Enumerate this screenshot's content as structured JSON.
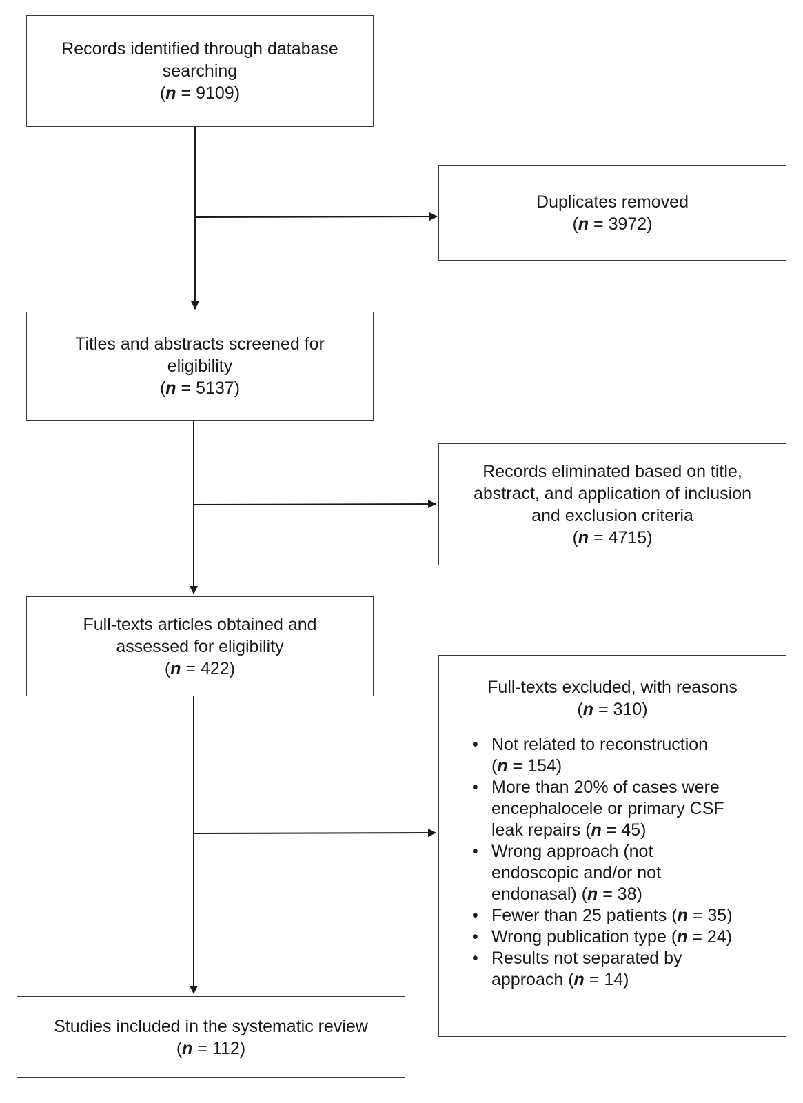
{
  "boxes": {
    "identified": {
      "lines": [
        "Records identified through database",
        "searching"
      ],
      "n": "9109"
    },
    "duplicates": {
      "lines": [
        "Duplicates removed"
      ],
      "n": "3972"
    },
    "screened": {
      "lines": [
        "Titles and abstracts screened for",
        "eligibility"
      ],
      "n": "5137"
    },
    "eliminated": {
      "lines": [
        "Records eliminated based on title,",
        "abstract, and application of inclusion",
        "and exclusion criteria"
      ],
      "n": "4715"
    },
    "fulltext": {
      "lines": [
        "Full-texts articles obtained and",
        "assessed for eligibility"
      ],
      "n": "422"
    },
    "excluded": {
      "lines": [
        "Full-texts excluded, with reasons"
      ],
      "n": "310",
      "reasons": [
        {
          "text": [
            "Not related to reconstruction"
          ],
          "n": "154"
        },
        {
          "text": [
            "More than 20% of cases were",
            "encephalocele or primary CSF",
            "leak repairs"
          ],
          "n": "45"
        },
        {
          "text": [
            "Wrong approach (not",
            "endoscopic and/or not",
            "endonasal)"
          ],
          "n": "38"
        },
        {
          "text": [
            "Fewer than 25 patients"
          ],
          "n": "35"
        },
        {
          "text": [
            "Wrong publication type"
          ],
          "n": "24"
        },
        {
          "text": [
            "Results not separated by",
            "approach"
          ],
          "n": "14"
        }
      ]
    },
    "included": {
      "lines": [
        "Studies included in the systematic review"
      ],
      "n": "112"
    }
  },
  "n_symbol": "n"
}
